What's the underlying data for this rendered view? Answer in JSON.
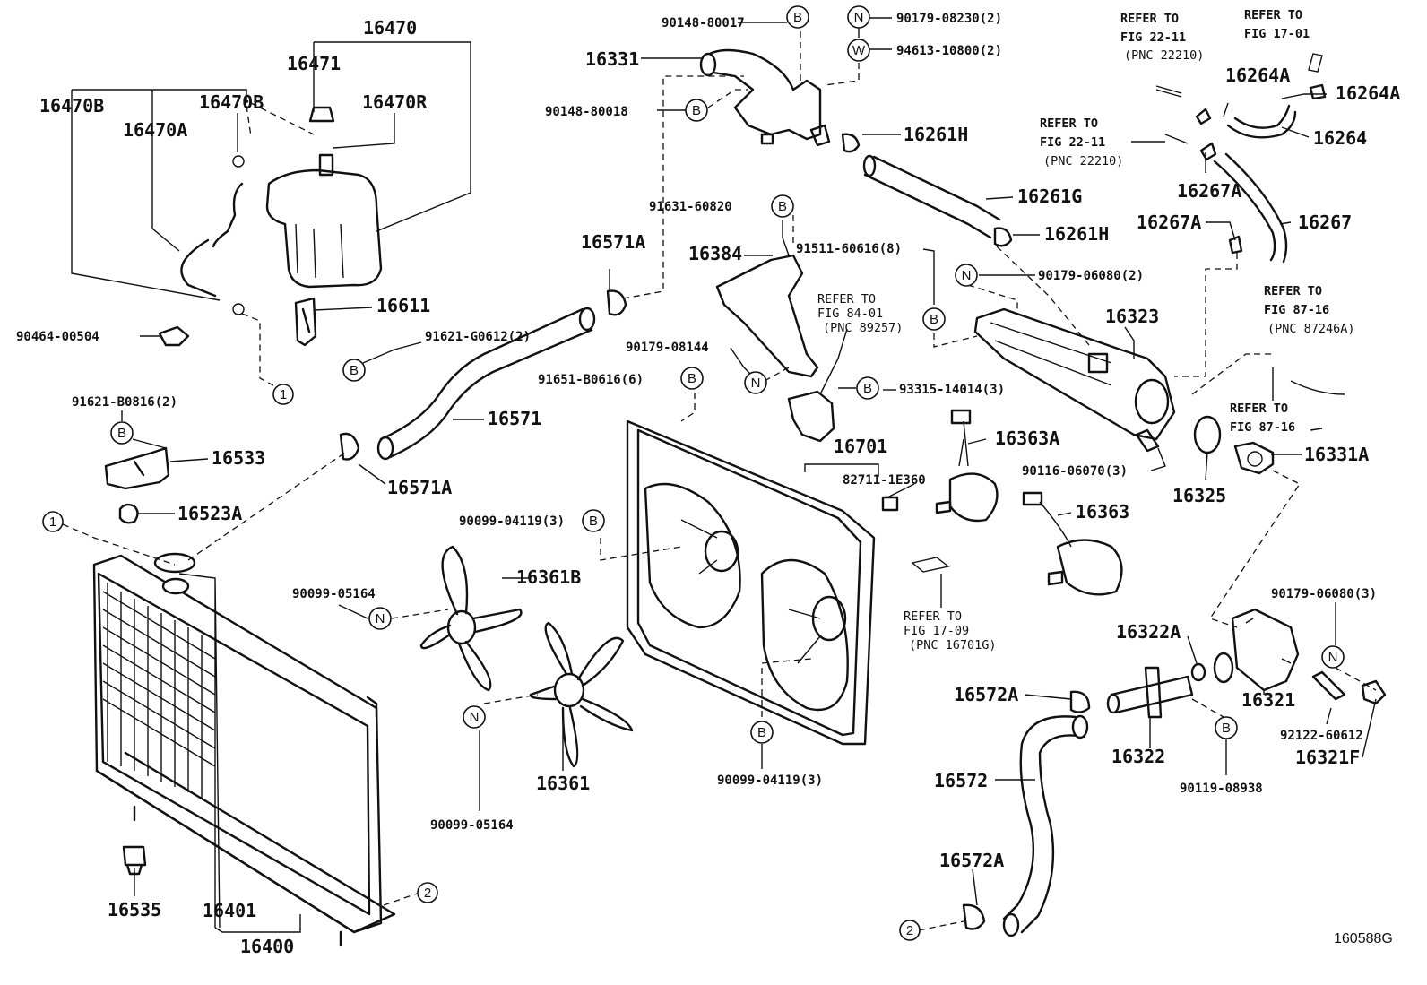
{
  "labels": {
    "p16470": "16470",
    "p16471": "16471",
    "p16470B_1": "16470B",
    "p16470B_2": "16470B",
    "p16470R": "16470R",
    "p16470A": "16470A",
    "p16611": "16611",
    "p91621_G0612": "91621-G0612(2)",
    "p90464": "90464-00504",
    "p91621_B0816": "91621-B0816(2)",
    "p16533": "16533",
    "p16523A": "16523A",
    "p16571A_top": "16571A",
    "p16571": "16571",
    "p16571A_bot": "16571A",
    "p16331": "16331",
    "p90148_80017": "90148-80017",
    "p90148_80018": "90148-80018",
    "p90179_08230": "90179-08230(2)",
    "p94613_10800": "94613-10800(2)",
    "p16261H_top": "16261H",
    "p16261G": "16261G",
    "p16261H_bot": "16261H",
    "p91631_60820": "91631-60820",
    "p16384": "16384",
    "p91511_60616": "91511-60616(8)",
    "p90179_06080_2": "90179-06080(2)",
    "p90179_08144": "90179-08144",
    "p91651_B0616": "91651-B0616(6)",
    "p93315_14014": "93315-14014(3)",
    "p16323": "16323",
    "p16701": "16701",
    "p82711_1E360": "82711-1E360",
    "p16363A": "16363A",
    "p16363": "16363",
    "p90116_06070": "90116-06070(3)",
    "p16325": "16325",
    "p16331A": "16331A",
    "p16264A_l": "16264A",
    "p16264A_r": "16264A",
    "p16264": "16264",
    "p16267A_1": "16267A",
    "p16267A_2": "16267A",
    "p16267": "16267",
    "p90099_04119_a": "90099-04119(3)",
    "p16361B": "16361B",
    "p90099_05164_a": "90099-05164",
    "p16361": "16361",
    "p90099_05164_b": "90099-05164",
    "p90099_04119_b": "90099-04119(3)",
    "p16322A": "16322A",
    "p90179_06080_3": "90179-06080(3)",
    "p16572A_top": "16572A",
    "p16322": "16322",
    "p16321": "16321",
    "p92122_60612": "92122-60612",
    "p90119_08938": "90119-08938",
    "p16321F": "16321F",
    "p16572": "16572",
    "p16572A_bot": "16572A",
    "p16535": "16535",
    "p16401": "16401",
    "p16400": "16400"
  },
  "refer_notes": {
    "ref1": [
      "REFER TO",
      "FIG 22-11",
      "(PNC 22210)"
    ],
    "ref2": [
      "REFER TO",
      "FIG 17-01"
    ],
    "ref3": [
      "REFER TO",
      "FIG 22-11",
      "(PNC 22210)"
    ],
    "ref4": [
      "REFER TO",
      "FIG 84-01",
      "(PNC 89257)"
    ],
    "ref5": [
      "REFER TO",
      "FIG 87-16",
      "(PNC 87246A)"
    ],
    "ref6": [
      "REFER TO",
      "FIG 87-16"
    ],
    "ref7": [
      "REFER TO",
      "FIG 17-09",
      "(PNC 16701G)"
    ]
  },
  "markers": {
    "one": "1",
    "two": "2",
    "B": "B",
    "N": "N",
    "W": "W"
  },
  "diagram_code": "160588G"
}
